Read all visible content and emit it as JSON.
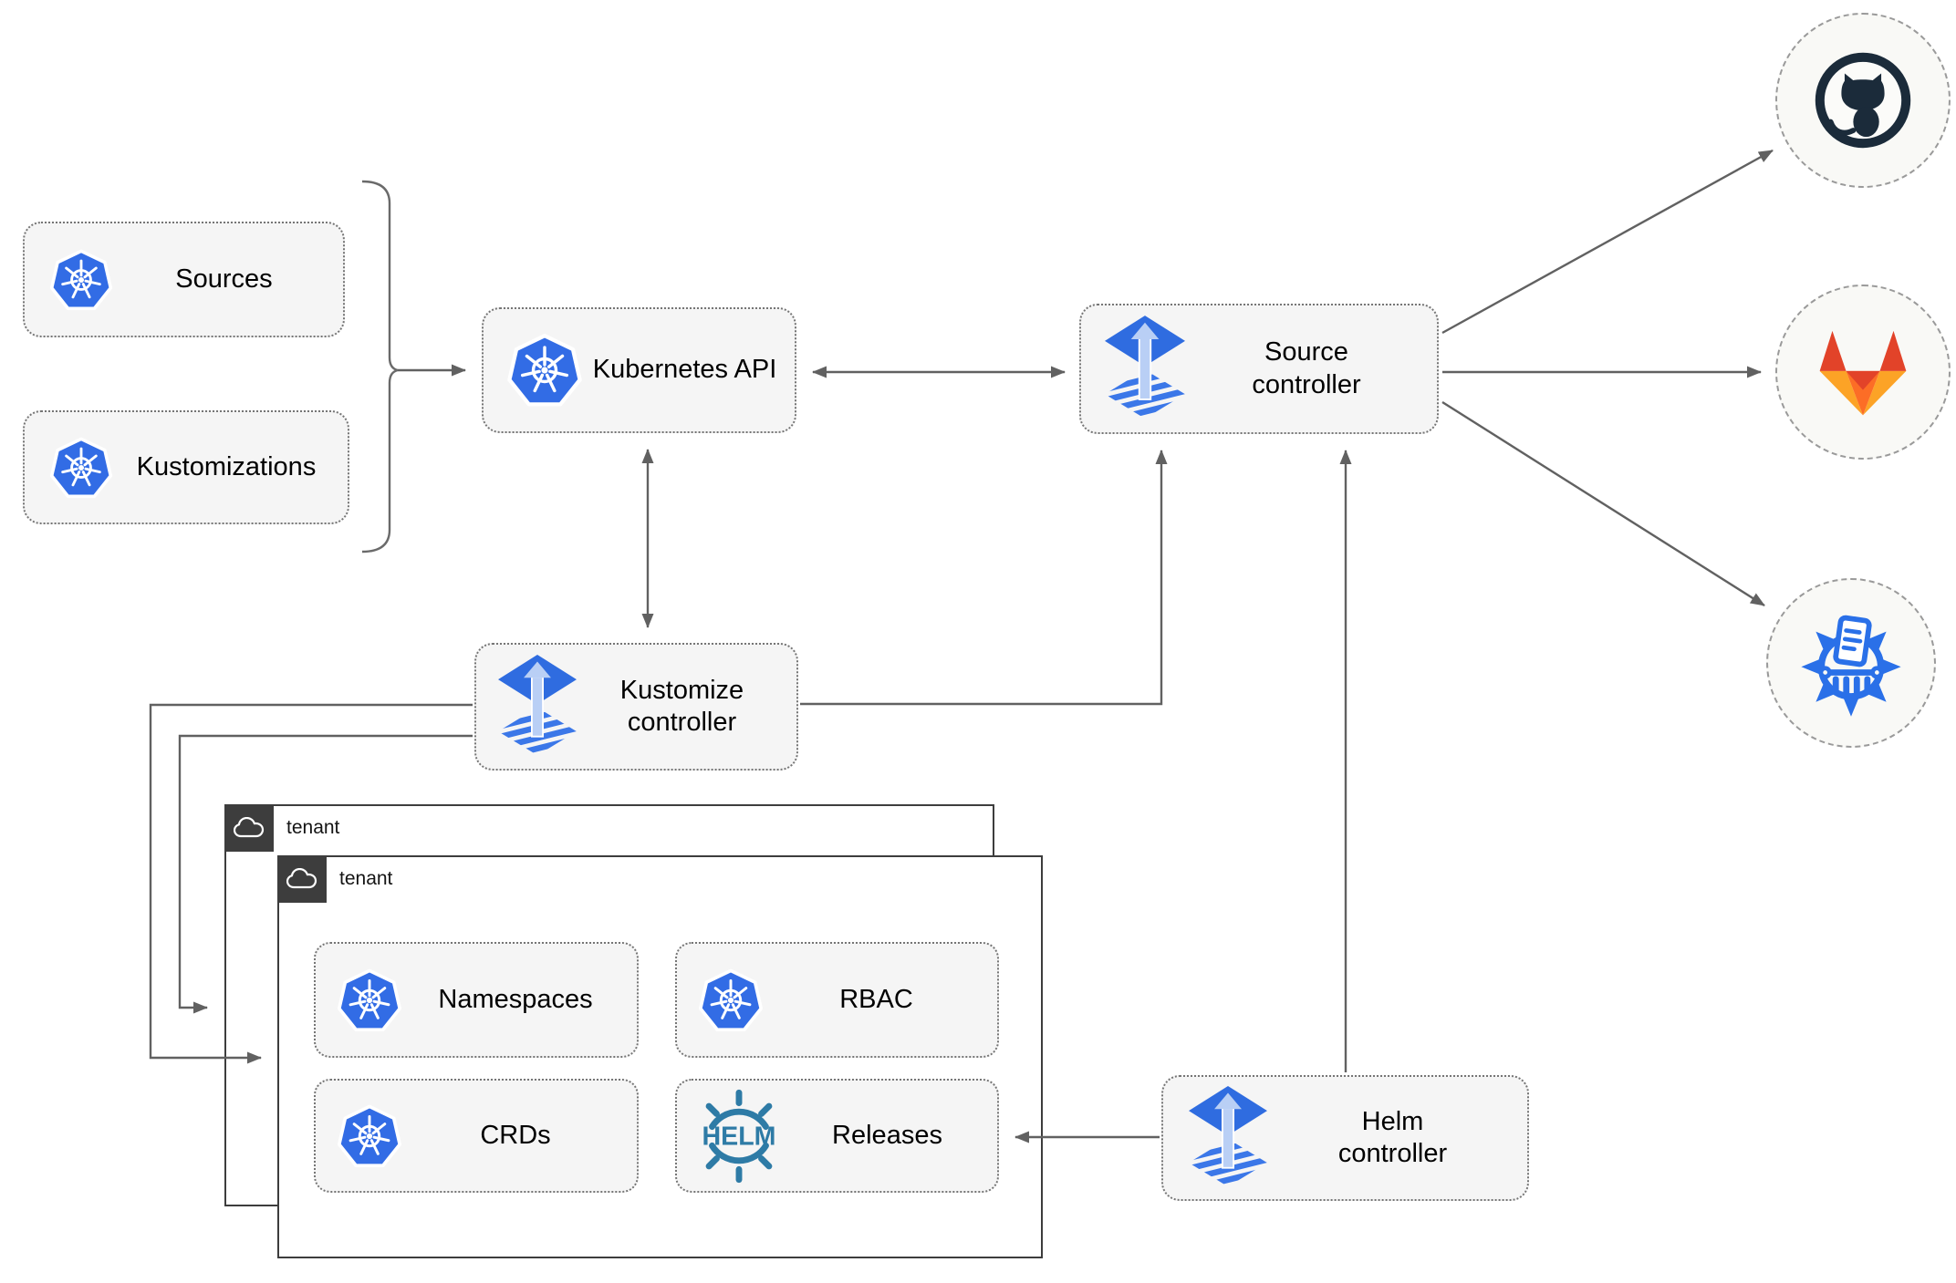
{
  "nodes": {
    "sources": {
      "label": "Sources"
    },
    "kustomizations": {
      "label": "Kustomizations"
    },
    "kubernetes_api": {
      "label": "Kubernetes API"
    },
    "source_controller": {
      "label": "Source\ncontroller"
    },
    "kustomize_controller": {
      "label": "Kustomize\ncontroller"
    },
    "helm_controller": {
      "label": "Helm\ncontroller"
    },
    "namespaces": {
      "label": "Namespaces"
    },
    "rbac": {
      "label": "RBAC"
    },
    "crds": {
      "label": "CRDs"
    },
    "releases": {
      "label": "Releases"
    }
  },
  "tenants": {
    "back_label": "tenant",
    "front_label": "tenant"
  },
  "helm_logo_text": "HELM",
  "icons": {
    "kubernetes": "kubernetes-wheel-icon",
    "flux": "flux-gitops-icon",
    "helm": "helm-wheel-icon",
    "cloud": "cloud-icon",
    "github": "github-octocat-icon",
    "gitlab": "gitlab-tanuki-icon",
    "registry": "manifest-registry-icon"
  },
  "colors": {
    "kubernetes_blue": "#326ce5",
    "flux_blue": "#2f6ce0",
    "flux_arrow_light": "#b9cff5",
    "flux_wave_blue": "#3b77e8",
    "helm_teal": "#2e7ba6",
    "registry_blue": "#2a70e8",
    "github_navy": "#1b2b3a",
    "gitlab_red": "#e24329",
    "gitlab_orange": "#fc6d26",
    "gitlab_amber": "#fca326",
    "node_fill": "#f5f5f5",
    "node_border": "#757575",
    "connector_gray": "#616161",
    "tenant_dark": "#3d3d3d"
  }
}
